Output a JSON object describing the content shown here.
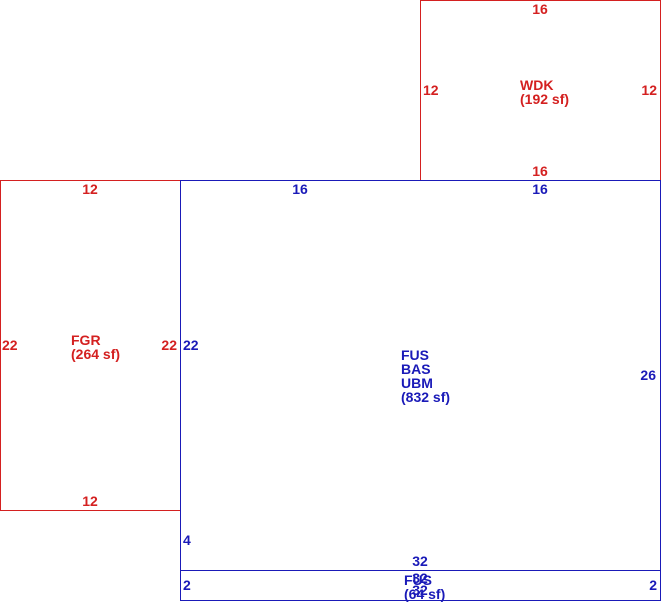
{
  "colors": {
    "garage_deck": "#d42020",
    "main": "#1a1ab8",
    "background": "#ffffff"
  },
  "areas": {
    "wdk": {
      "code": "WDK",
      "area": "(192 sf)",
      "top": "16",
      "bottom": "16",
      "left": "12",
      "right": "12"
    },
    "fgr": {
      "code": "FGR",
      "area": "(264 sf)",
      "top": "12",
      "bottom": "12",
      "left": "22",
      "right": "22"
    },
    "main": {
      "codes": [
        "FUS",
        "BAS",
        "UBM"
      ],
      "area": "(832 sf)",
      "top_left": "16",
      "top_right": "16",
      "left": "22",
      "left_lower": "4",
      "right": "26",
      "bottom": "32"
    },
    "fus_strip": {
      "code": "FUS",
      "area": "(64 sf)",
      "top": "32",
      "bottom": "32",
      "left": "2",
      "right": "2"
    }
  }
}
